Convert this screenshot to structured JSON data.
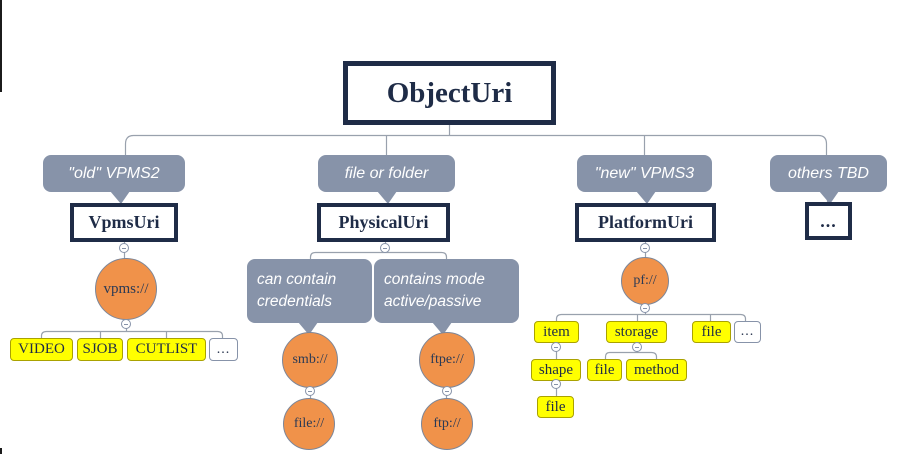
{
  "diagram_title": "ObjectUri",
  "colors": {
    "navy_border": "#1f2c47",
    "callout_gray": "#8793a9",
    "scheme_orange": "#f0924a",
    "leaf_yellow": "#ffff00",
    "leaf_yellow_border": "#aaa200",
    "connector_gray": "#99a1ad"
  },
  "root": {
    "label": "ObjectUri"
  },
  "branch_vpms": {
    "callout": "\"old\" VPMS2",
    "class_box": "VpmsUri",
    "scheme": "vpms://",
    "children": {
      "video": "VIDEO",
      "sjob": "SJOB",
      "cutlist": "CUTLIST",
      "more": "..."
    }
  },
  "branch_physical": {
    "callout": "file or folder",
    "class_box": "PhysicalUri",
    "note_credentials": "can contain credentials",
    "note_mode": "contains mode active/passive",
    "smb": "smb://",
    "smb_file": "file://",
    "ftpe": "ftpe://",
    "ftp": "ftp://"
  },
  "branch_platform": {
    "callout": "\"new\" VPMS3",
    "class_box": "PlatformUri",
    "scheme": "pf://",
    "item": "item",
    "storage": "storage",
    "file": "file",
    "more": "...",
    "shape": "shape",
    "storage_file": "file",
    "storage_method": "method",
    "shape_file": "file"
  },
  "branch_others": {
    "callout": "others TBD",
    "class_box": "..."
  }
}
